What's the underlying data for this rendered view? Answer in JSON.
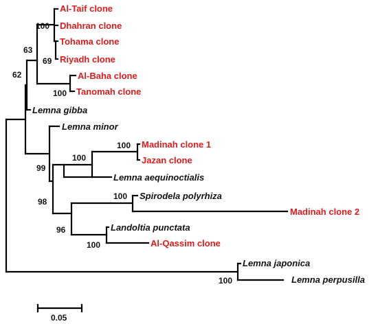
{
  "colors": {
    "clone": "#e01b1b",
    "reference": "#111111",
    "branch": "#000000"
  },
  "taxa": [
    {
      "id": "al-taif",
      "label": "Al-Taif clone",
      "color": "#e01b1b",
      "italic": false
    },
    {
      "id": "dhahran",
      "label": "Dhahran clone",
      "color": "#e01b1b",
      "italic": false
    },
    {
      "id": "tohama",
      "label": "Tohama clone",
      "color": "#e01b1b",
      "italic": false
    },
    {
      "id": "riyadh",
      "label": "Riyadh clone",
      "color": "#e01b1b",
      "italic": false
    },
    {
      "id": "al-baha",
      "label": "Al-Baha clone",
      "color": "#e01b1b",
      "italic": false
    },
    {
      "id": "tanomah",
      "label": "Tanomah clone",
      "color": "#e01b1b",
      "italic": false
    },
    {
      "id": "lemna-gibba",
      "label": "Lemna gibba",
      "color": "#111111",
      "italic": true
    },
    {
      "id": "lemna-minor",
      "label": "Lemna minor",
      "color": "#111111",
      "italic": true
    },
    {
      "id": "madinah-1",
      "label": "Madinah clone 1",
      "color": "#e01b1b",
      "italic": false
    },
    {
      "id": "jazan",
      "label": "Jazan clone",
      "color": "#e01b1b",
      "italic": false
    },
    {
      "id": "lemna-aequinoctialis",
      "label": "Lemna aequinoctialis",
      "color": "#111111",
      "italic": true
    },
    {
      "id": "spirodela-polyrhiza",
      "label": "Spirodela polyrhiza",
      "color": "#111111",
      "italic": true
    },
    {
      "id": "madinah-2",
      "label": "Madinah clone 2",
      "color": "#e01b1b",
      "italic": false
    },
    {
      "id": "landoltia-punctata",
      "label": "Landoltia punctata",
      "color": "#111111",
      "italic": true
    },
    {
      "id": "al-qassim",
      "label": "Al-Qassim clone",
      "color": "#e01b1b",
      "italic": false
    },
    {
      "id": "lemna-japonica",
      "label": "Lemna japonica",
      "color": "#111111",
      "italic": true
    },
    {
      "id": "lemna-perpusilla",
      "label": "Lemna perpusilla",
      "color": "#111111",
      "italic": true
    }
  ],
  "bootstrap": [
    {
      "id": "b-100-taif",
      "value": "100"
    },
    {
      "id": "b-63",
      "value": "63"
    },
    {
      "id": "b-69",
      "value": "69"
    },
    {
      "id": "b-62",
      "value": "62"
    },
    {
      "id": "b-100-baha",
      "value": "100"
    },
    {
      "id": "b-100-madinah",
      "value": "100"
    },
    {
      "id": "b-100-jazan",
      "value": "100"
    },
    {
      "id": "b-99",
      "value": "99"
    },
    {
      "id": "b-100-spirodela",
      "value": "100"
    },
    {
      "id": "b-98",
      "value": "98"
    },
    {
      "id": "b-96",
      "value": "96"
    },
    {
      "id": "b-100-landoltia",
      "value": "100"
    },
    {
      "id": "b-100-japonica",
      "value": "100"
    }
  ],
  "scale_bar": {
    "label": "0.05"
  }
}
